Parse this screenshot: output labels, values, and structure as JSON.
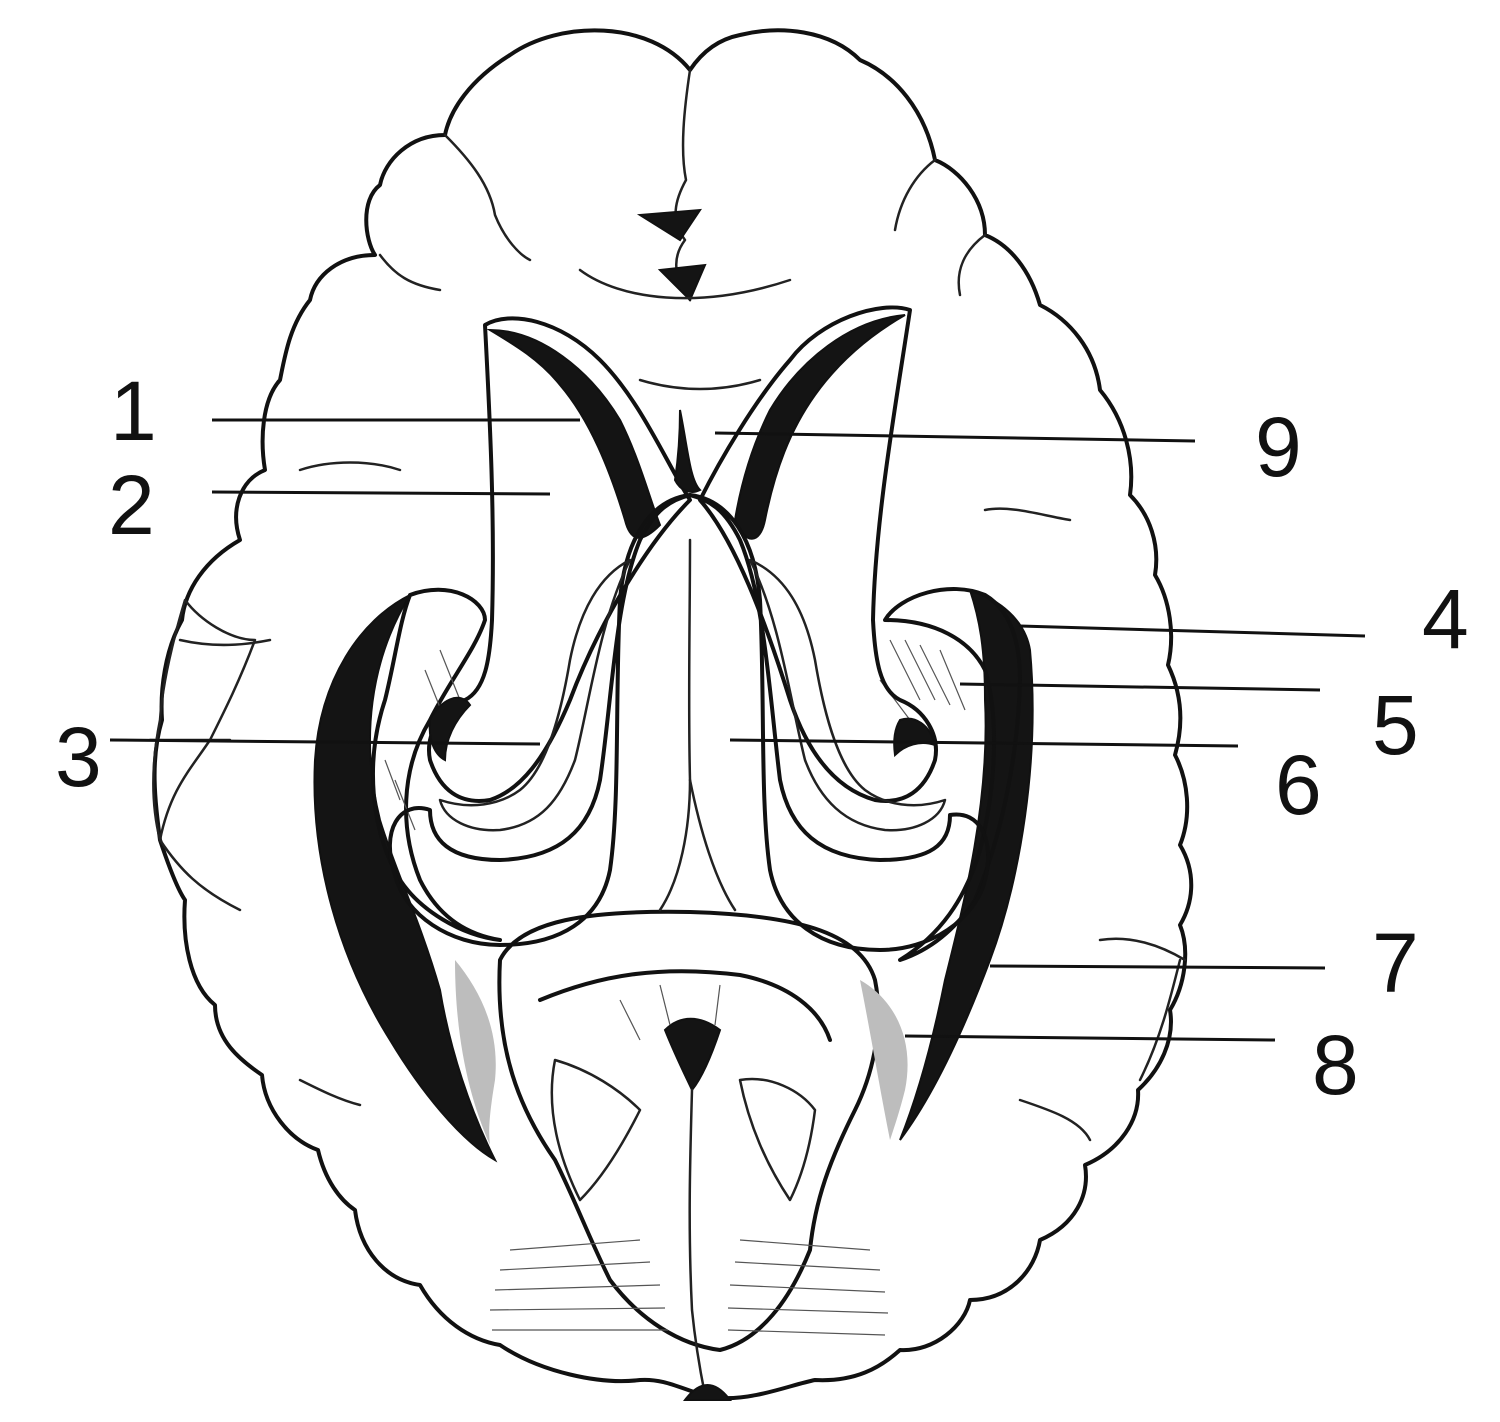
{
  "labels": [
    {
      "id": "1",
      "text": "1"
    },
    {
      "id": "2",
      "text": "2"
    },
    {
      "id": "3",
      "text": "3"
    },
    {
      "id": "4",
      "text": "4"
    },
    {
      "id": "5",
      "text": "5"
    },
    {
      "id": "6",
      "text": "6"
    },
    {
      "id": "7",
      "text": "7"
    },
    {
      "id": "8",
      "text": "8"
    },
    {
      "id": "9",
      "text": "9"
    }
  ],
  "colors": {
    "ink": "#111111",
    "paper": "#ffffff",
    "shade": "#bdbdbd"
  }
}
